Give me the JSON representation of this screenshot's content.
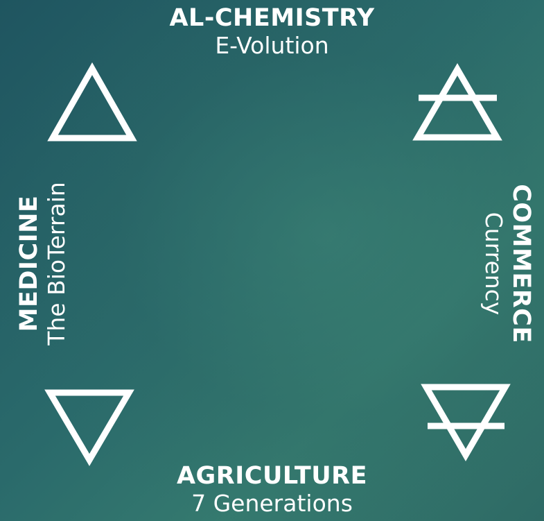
{
  "diagram": {
    "top": {
      "title": "AL-CHEMISTRY",
      "subtitle": "E-Volution"
    },
    "left": {
      "title": "MEDICINE",
      "subtitle": "The BioTerrain"
    },
    "right": {
      "title": "COMMERCE",
      "subtitle": "Currency"
    },
    "bottom": {
      "title": "AGRICULTURE",
      "subtitle": "7 Generations"
    }
  },
  "symbols": [
    "fire-triangle-icon",
    "air-triangle-icon",
    "water-triangle-icon",
    "earth-triangle-icon"
  ],
  "colors": {
    "background_dark": "#1f5560",
    "background_light": "#357a6f",
    "foreground": "#ffffff"
  }
}
